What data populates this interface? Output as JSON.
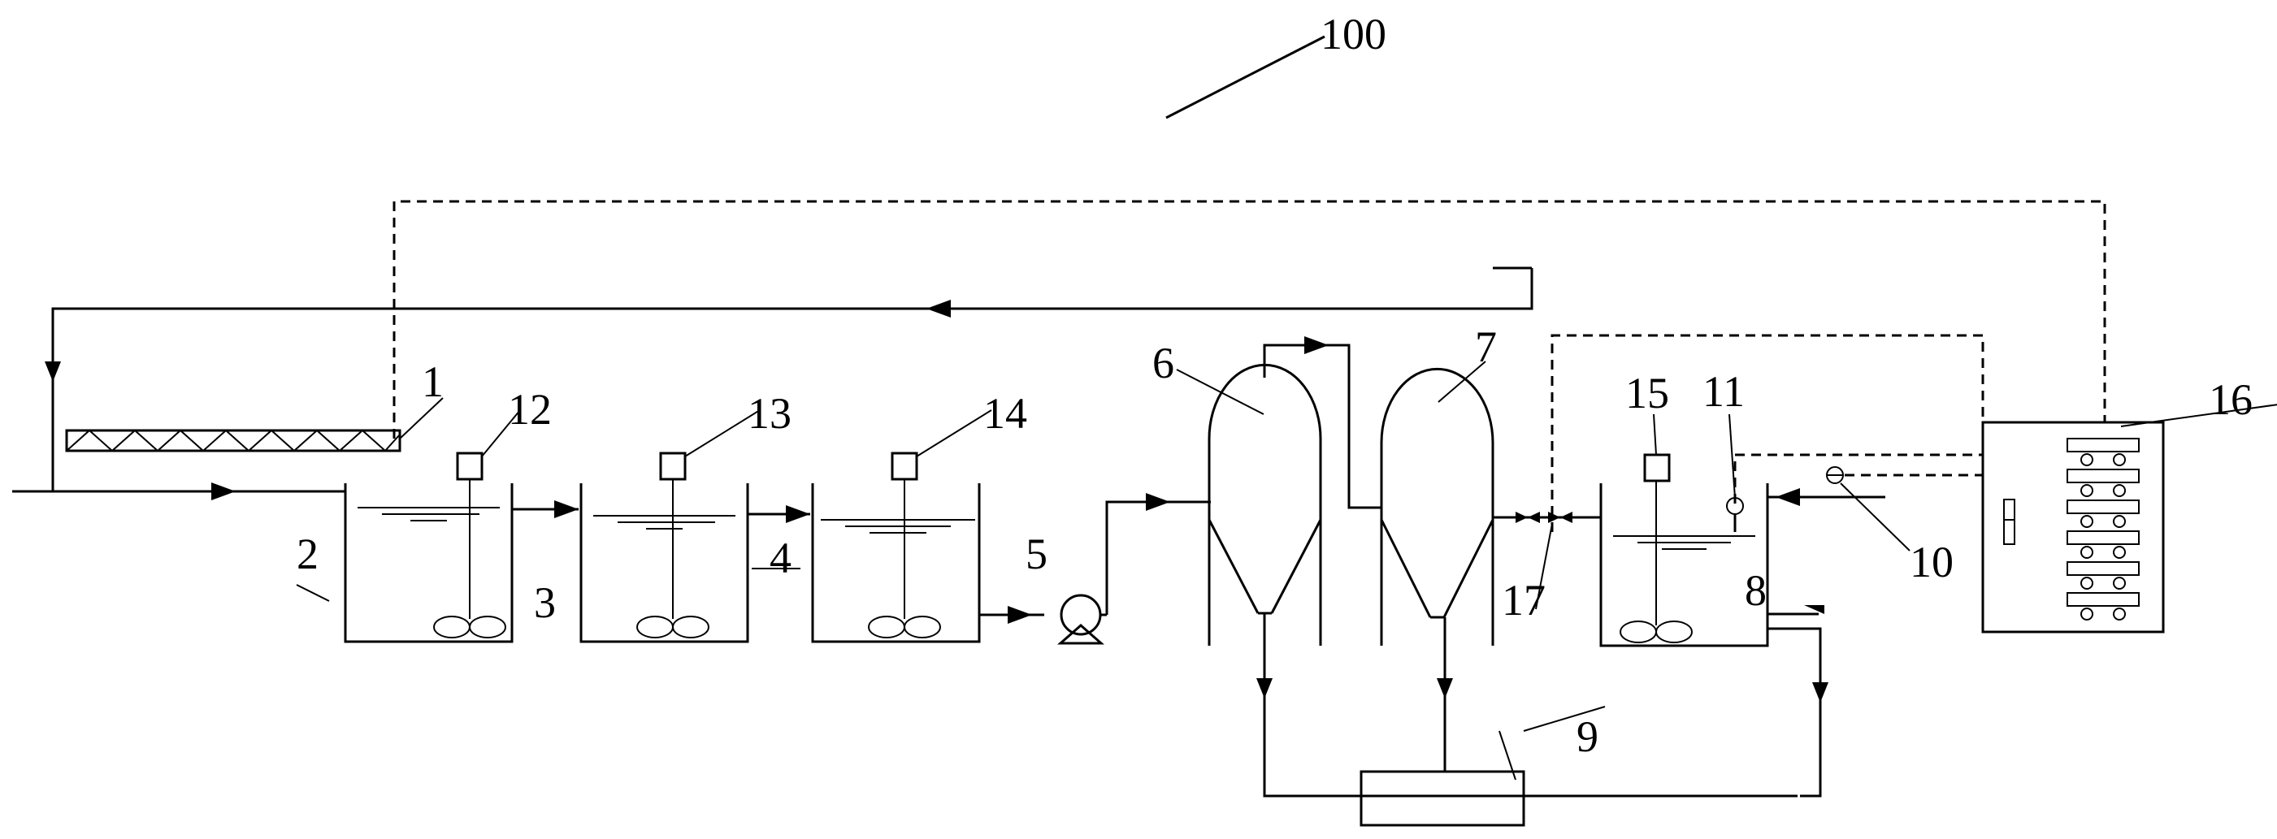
{
  "figure": {
    "main_label": "100",
    "labels": {
      "l1": "1",
      "l2": "2",
      "l3": "3",
      "l4": "4",
      "l5": "5",
      "l6": "6",
      "l7": "7",
      "l8": "8",
      "l9": "9",
      "l10": "10",
      "l11": "11",
      "l12": "12",
      "l13": "13",
      "l14": "14",
      "l15": "15",
      "l16": "16",
      "l17": "17"
    }
  }
}
